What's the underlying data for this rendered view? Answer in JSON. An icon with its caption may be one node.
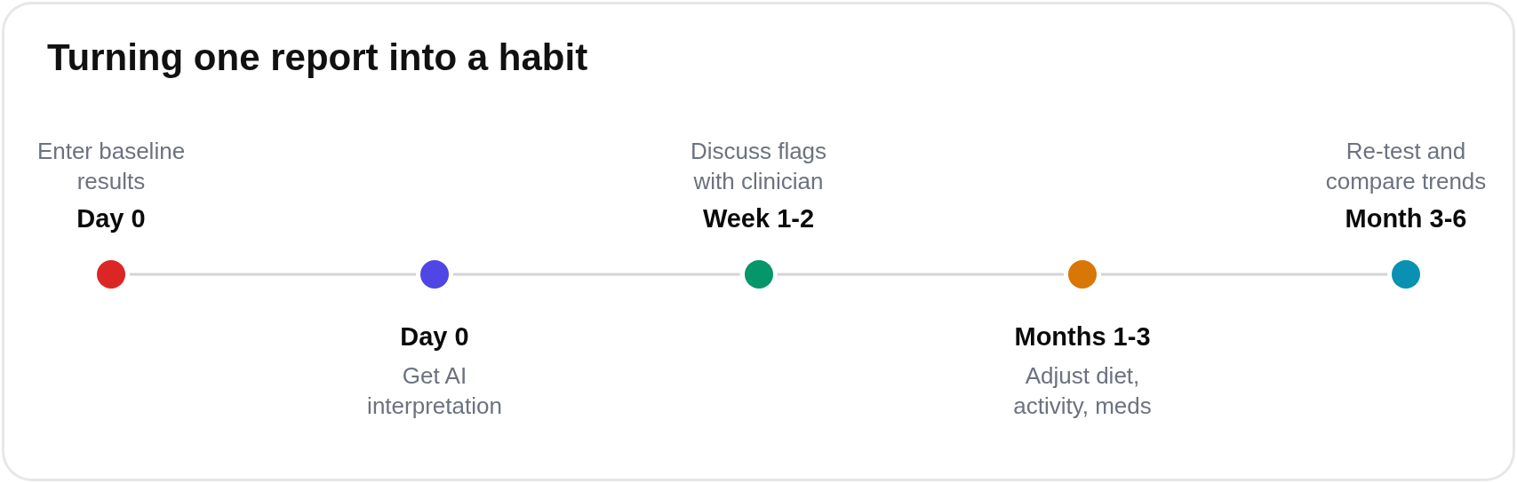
{
  "diagram": {
    "title": "Turning one report into a habit",
    "nodes": [
      {
        "text": [],
        "shape": "circle",
        "beside": [
          "Day 0",
          "Enter baseline results"
        ]
      },
      {
        "text": [],
        "shape": "circle",
        "beside": [
          "Day 0",
          "Get AI interpretation"
        ]
      },
      {
        "text": [],
        "shape": "circle",
        "beside": [
          "Week 1-2",
          "Discuss flags with clinician"
        ]
      },
      {
        "text": [],
        "shape": "circle",
        "beside": [
          "Months 1-3",
          "Adjust diet, activity, meds"
        ]
      },
      {
        "text": [],
        "shape": "circle",
        "beside": [
          "Month 3-6",
          "Re-test and compare trends"
        ]
      }
    ],
    "edges": [
      {
        "from": 0,
        "to": 1,
        "arrow": "none"
      },
      {
        "from": 1,
        "to": 2,
        "arrow": "none"
      },
      {
        "from": 2,
        "to": 3,
        "arrow": "none"
      },
      {
        "from": 3,
        "to": 4,
        "arrow": "none"
      }
    ]
  }
}
